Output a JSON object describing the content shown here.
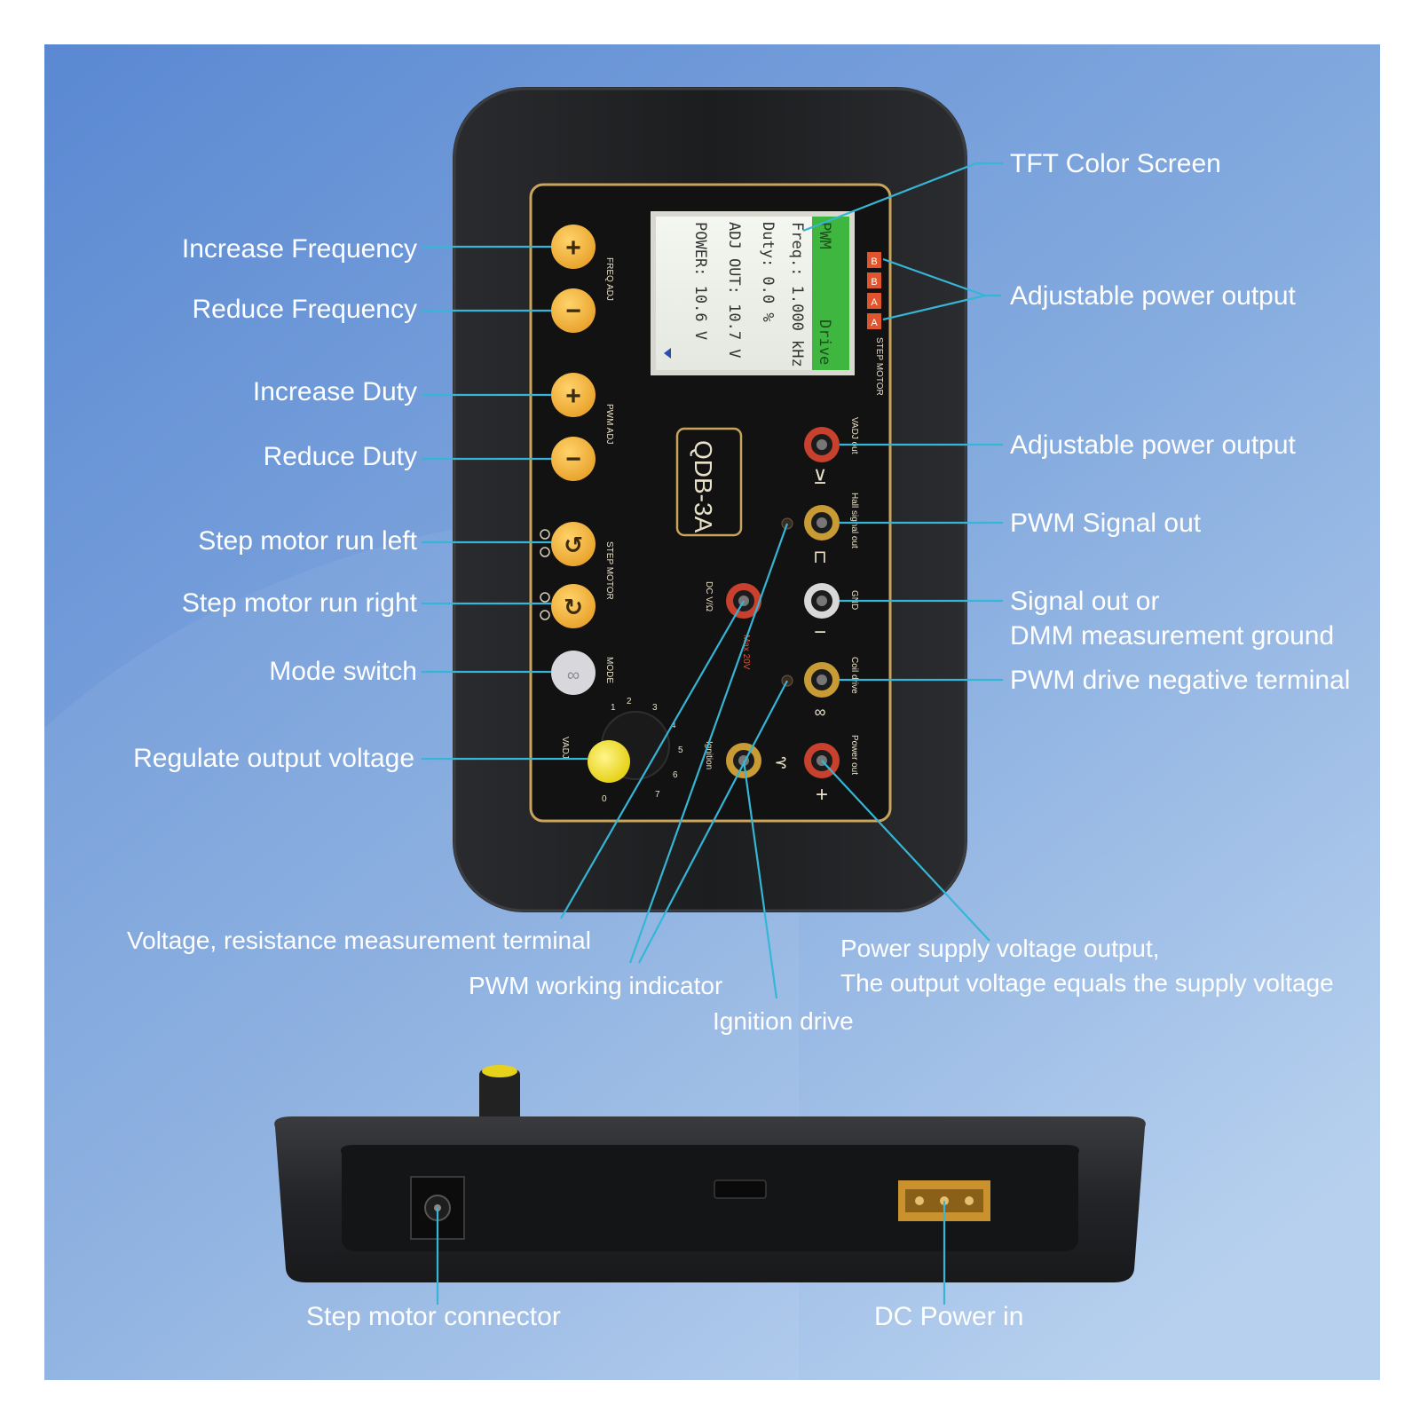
{
  "device": {
    "model": "QDB-3A",
    "panel_labels": {
      "freq_adj": "FREQ ADJ",
      "pwm_adj": "PWM ADJ",
      "step_motor": "STEP MOTOR",
      "mode": "MODE",
      "vadj": "VADJ",
      "step_motor_side": "STEP MOTOR",
      "vadj_out": "VADJ out",
      "hall_signal_out": "Hall signal out",
      "gnd": "GND",
      "coil_drive": "Coil drive",
      "power_out": "Power out",
      "dc_vio": "DC V/Ω",
      "ignition": "Ignition",
      "max_20v": "Max 20V",
      "abbb": [
        "B",
        "B",
        "A",
        "A"
      ]
    },
    "screen": {
      "header_left": "PWM",
      "header_right": "Drive",
      "lines": [
        "Freq.: 1.000 kHz",
        "Duty: 0.0 %",
        "ADJ OUT: 10.7 V",
        "POWER: 10.6 V"
      ]
    },
    "knob_scale": [
      "0",
      "1",
      "2",
      "3",
      "4",
      "5",
      "6",
      "7"
    ]
  },
  "callouts": {
    "increase_frequency": "Increase Frequency",
    "reduce_frequency": "Reduce Frequency",
    "increase_duty": "Increase Duty",
    "reduce_duty": "Reduce Duty",
    "step_left": "Step motor run left",
    "step_right": "Step motor run right",
    "mode_switch": "Mode switch",
    "regulate_voltage": "Regulate output voltage",
    "tft_screen": "TFT Color  Screen",
    "adj_power_1": "Adjustable power output",
    "adj_power_2": "Adjustable power output",
    "pwm_signal_out": "PWM Signal out",
    "signal_out_l1": "Signal out or",
    "signal_out_l2": "DMM measurement ground",
    "pwm_drive_neg": "PWM drive negative terminal",
    "voltage_resistance": "Voltage, resistance measurement terminal",
    "pwm_indicator": "PWM working indicator",
    "ignition_drive": "Ignition drive",
    "power_supply_l1": "Power supply voltage output,",
    "power_supply_l2": "The output voltage equals the supply voltage",
    "step_motor_connector": "Step motor connector",
    "dc_power_in": "DC Power in"
  },
  "colors": {
    "background_top": "#5f8ed6",
    "background_bottom": "#a9c8eb",
    "device_body": "#1e1f21",
    "panel": "#141414",
    "panel_border": "#c9a45a",
    "button_yellow": "#f2b53c",
    "leader_line": "#35b6d6",
    "screen_green": "#3fb63f",
    "jack_red": "#c8412e",
    "jack_gold": "#c89b35"
  }
}
